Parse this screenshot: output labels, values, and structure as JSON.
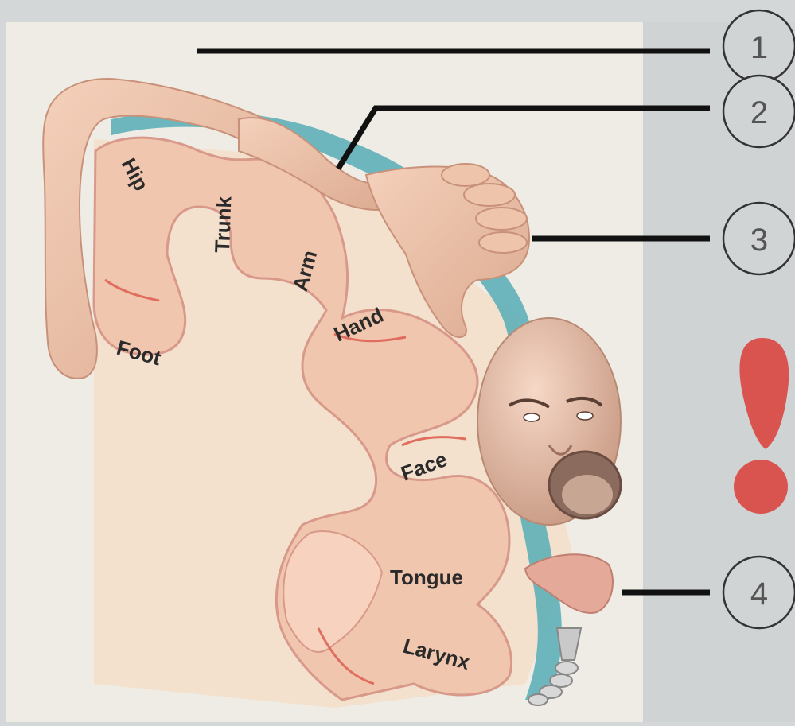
{
  "diagram": {
    "body_labels": [
      "Hip",
      "Trunk",
      "Arm",
      "Hand",
      "Foot",
      "Face",
      "Tongue",
      "Larynx"
    ],
    "callouts": [
      "1",
      "2",
      "3",
      "4"
    ],
    "alert_symbol": "!",
    "colors": {
      "background": "#d4d7d8",
      "panel": "#eeece4",
      "cortex": "#f0c6ae",
      "cortex_outline": "#d9998a",
      "white_matter": "#f3e0cd",
      "meninges": "#5fb0b8",
      "skin": "#ecc0a6",
      "alert": "#d9534f"
    }
  }
}
